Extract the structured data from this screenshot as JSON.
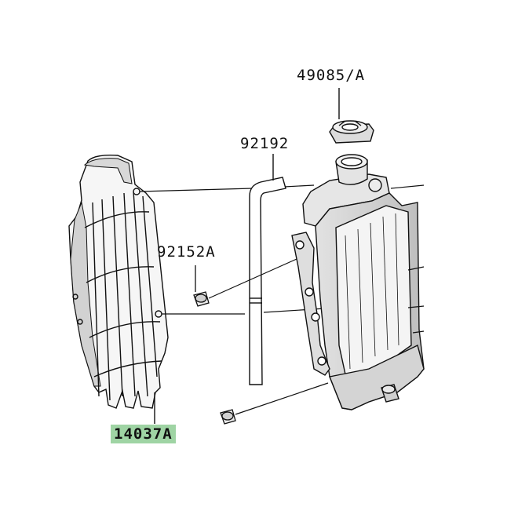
{
  "parts": {
    "radiator_cap": {
      "number": "49085/A"
    },
    "hose": {
      "number": "92192"
    },
    "bolt": {
      "number": "92152A"
    },
    "shroud": {
      "number": "14037A"
    }
  },
  "colors": {
    "highlight": "#9fd4a4",
    "line": "#111111",
    "shading": "#cfcfcf"
  }
}
